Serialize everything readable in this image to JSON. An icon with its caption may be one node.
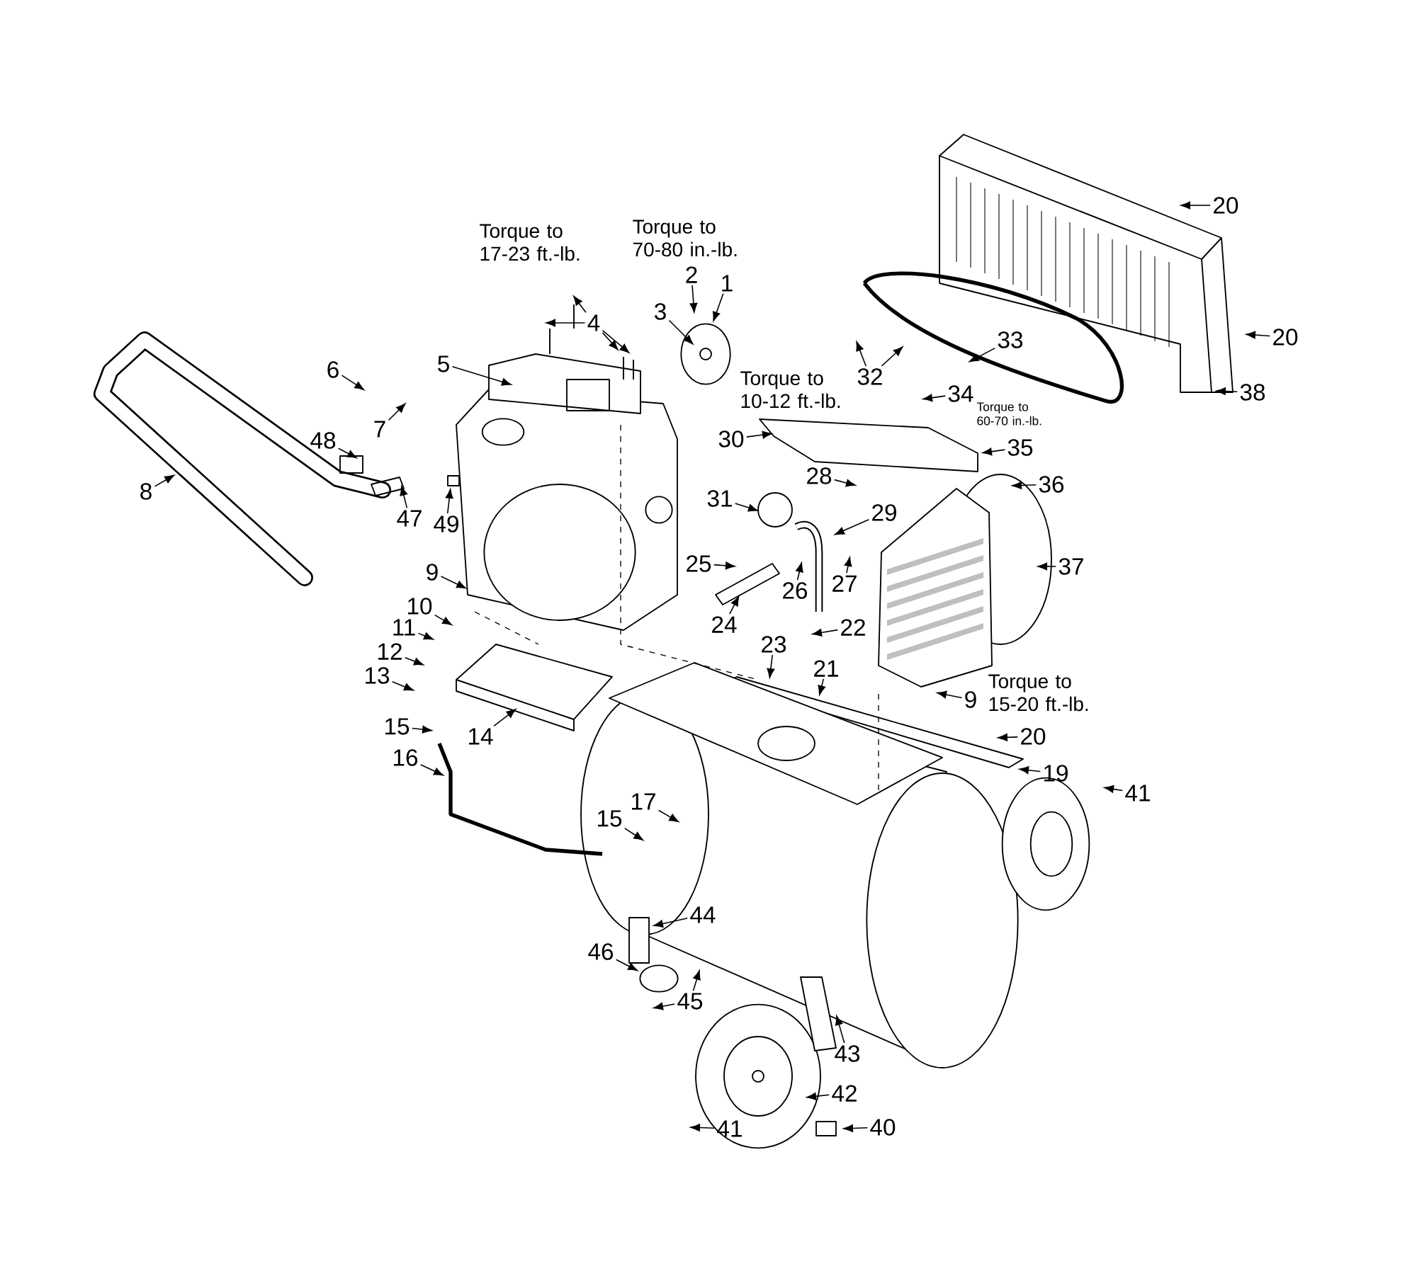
{
  "diagram": {
    "nodes": [
      {
        "text": [
          "20"
        ]
      },
      {
        "text": [
          "2"
        ]
      },
      {
        "text": [
          "1"
        ]
      },
      {
        "text": [
          "3"
        ]
      },
      {
        "text": [
          "4"
        ]
      },
      {
        "text": [
          "33"
        ]
      },
      {
        "text": [
          "20"
        ]
      },
      {
        "text": [
          "5"
        ]
      },
      {
        "text": [
          "6"
        ]
      },
      {
        "text": [
          "32"
        ]
      },
      {
        "text": [
          "38"
        ]
      },
      {
        "text": [
          "34"
        ]
      },
      {
        "text": [
          "7"
        ]
      },
      {
        "text": [
          "30"
        ]
      },
      {
        "text": [
          "48"
        ]
      },
      {
        "text": [
          "35"
        ]
      },
      {
        "text": [
          "28"
        ]
      },
      {
        "text": [
          "36"
        ]
      },
      {
        "text": [
          "8"
        ]
      },
      {
        "text": [
          "31"
        ]
      },
      {
        "text": [
          "29"
        ]
      },
      {
        "text": [
          "47"
        ]
      },
      {
        "text": [
          "49"
        ]
      },
      {
        "text": [
          "25"
        ]
      },
      {
        "text": [
          "37"
        ]
      },
      {
        "text": [
          "9"
        ]
      },
      {
        "text": [
          "27"
        ]
      },
      {
        "text": [
          "26"
        ]
      },
      {
        "text": [
          "10"
        ]
      },
      {
        "text": [
          "24"
        ]
      },
      {
        "text": [
          "22"
        ]
      },
      {
        "text": [
          "11"
        ]
      },
      {
        "text": [
          "23"
        ]
      },
      {
        "text": [
          "12"
        ]
      },
      {
        "text": [
          "21"
        ]
      },
      {
        "text": [
          "13"
        ]
      },
      {
        "text": [
          "9"
        ]
      },
      {
        "text": [
          "15"
        ]
      },
      {
        "text": [
          "14"
        ]
      },
      {
        "text": [
          "20"
        ]
      },
      {
        "text": [
          "16"
        ]
      },
      {
        "text": [
          "19"
        ]
      },
      {
        "text": [
          "41"
        ]
      },
      {
        "text": [
          "17"
        ]
      },
      {
        "text": [
          "15"
        ]
      },
      {
        "text": [
          "44"
        ]
      },
      {
        "text": [
          "46"
        ]
      },
      {
        "text": [
          "45"
        ]
      },
      {
        "text": [
          "43"
        ]
      },
      {
        "text": [
          "42"
        ]
      },
      {
        "text": [
          "41"
        ]
      },
      {
        "text": [
          "40"
        ]
      }
    ],
    "edges": [
      {
        "from": 0,
        "to": null,
        "arrow": "to"
      },
      {
        "from": 1,
        "to": null,
        "arrow": "to"
      },
      {
        "from": 2,
        "to": null,
        "arrow": "to"
      },
      {
        "from": 3,
        "to": null,
        "arrow": "to"
      },
      {
        "from": 4,
        "to": null,
        "arrow": "to"
      },
      {
        "from": 4,
        "to": null,
        "arrow": "to"
      },
      {
        "from": 4,
        "to": null,
        "arrow": "to"
      },
      {
        "from": 4,
        "to": null,
        "arrow": "to"
      },
      {
        "from": 5,
        "to": null,
        "arrow": "to"
      },
      {
        "from": 6,
        "to": null,
        "arrow": "to"
      },
      {
        "from": 7,
        "to": null,
        "arrow": "to"
      },
      {
        "from": 8,
        "to": null,
        "arrow": "to"
      },
      {
        "from": 9,
        "to": null,
        "arrow": "to"
      },
      {
        "from": 9,
        "to": null,
        "arrow": "to"
      },
      {
        "from": 10,
        "to": null,
        "arrow": "to"
      },
      {
        "from": 11,
        "to": null,
        "arrow": "to"
      },
      {
        "from": 12,
        "to": null,
        "arrow": "to"
      },
      {
        "from": 13,
        "to": null,
        "arrow": "to"
      },
      {
        "from": 14,
        "to": null,
        "arrow": "to"
      },
      {
        "from": 15,
        "to": null,
        "arrow": "to"
      },
      {
        "from": 16,
        "to": null,
        "arrow": "to"
      },
      {
        "from": 17,
        "to": null,
        "arrow": "to"
      },
      {
        "from": 18,
        "to": null,
        "arrow": "to"
      },
      {
        "from": 19,
        "to": null,
        "arrow": "to"
      },
      {
        "from": 20,
        "to": null,
        "arrow": "to"
      },
      {
        "from": 21,
        "to": null,
        "arrow": "to"
      },
      {
        "from": 22,
        "to": null,
        "arrow": "to"
      },
      {
        "from": 23,
        "to": null,
        "arrow": "to"
      },
      {
        "from": 24,
        "to": null,
        "arrow": "to"
      },
      {
        "from": 25,
        "to": null,
        "arrow": "to"
      },
      {
        "from": 26,
        "to": null,
        "arrow": "to"
      },
      {
        "from": 27,
        "to": null,
        "arrow": "to"
      },
      {
        "from": 28,
        "to": null,
        "arrow": "to"
      },
      {
        "from": 29,
        "to": null,
        "arrow": "to"
      },
      {
        "from": 30,
        "to": null,
        "arrow": "to"
      },
      {
        "from": 31,
        "to": null,
        "arrow": "to"
      },
      {
        "from": 32,
        "to": null,
        "arrow": "to"
      },
      {
        "from": 33,
        "to": null,
        "arrow": "to"
      },
      {
        "from": 34,
        "to": null,
        "arrow": "to"
      },
      {
        "from": 35,
        "to": null,
        "arrow": "to"
      },
      {
        "from": 36,
        "to": null,
        "arrow": "to"
      },
      {
        "from": 37,
        "to": null,
        "arrow": "to"
      },
      {
        "from": 38,
        "to": null,
        "arrow": "to"
      },
      {
        "from": 39,
        "to": null,
        "arrow": "to"
      },
      {
        "from": 40,
        "to": null,
        "arrow": "to"
      },
      {
        "from": 41,
        "to": null,
        "arrow": "to"
      },
      {
        "from": 42,
        "to": null,
        "arrow": "to"
      },
      {
        "from": 43,
        "to": null,
        "arrow": "to"
      },
      {
        "from": 44,
        "to": null,
        "arrow": "to"
      },
      {
        "from": 45,
        "to": null,
        "arrow": "to"
      },
      {
        "from": 46,
        "to": null,
        "arrow": "to"
      },
      {
        "from": 47,
        "to": null,
        "arrow": "to"
      },
      {
        "from": 47,
        "to": null,
        "arrow": "to"
      },
      {
        "from": 48,
        "to": null,
        "arrow": "to"
      },
      {
        "from": 49,
        "to": null,
        "arrow": "to"
      },
      {
        "from": 50,
        "to": null,
        "arrow": "to"
      },
      {
        "from": 51,
        "to": null,
        "arrow": "to"
      }
    ],
    "labels": [
      "Torque to 70-80 in.-lb.",
      "Torque to 17-23 ft.-lb.",
      "Torque to 10-12 ft.-lb.",
      "Torque to 60-70 in.-lb.",
      "Torque to 15-20 ft.-lb."
    ]
  }
}
